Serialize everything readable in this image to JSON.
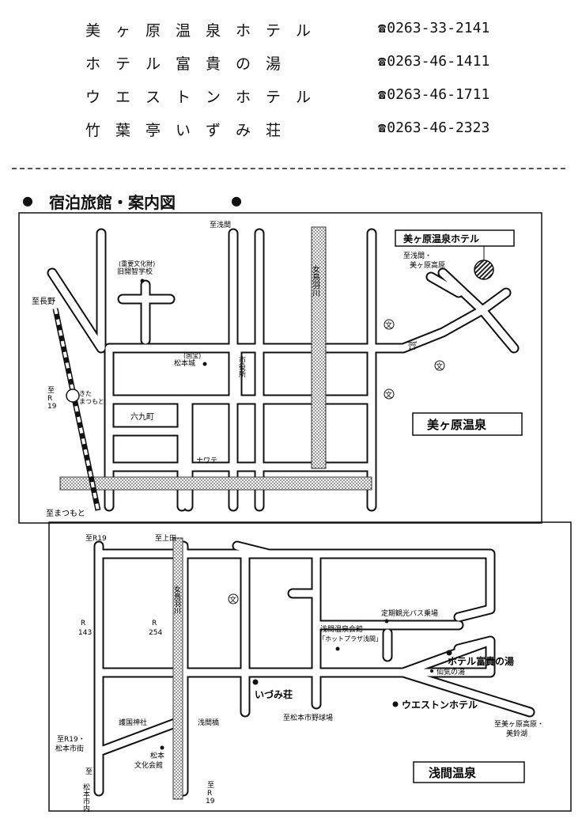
{
  "hotels": [
    {
      "name": "美ヶ原温泉ホテル",
      "phone": "0263-33-2141"
    },
    {
      "name": "ホテル富貴の湯",
      "phone": "0263-46-1411"
    },
    {
      "name": "ウエストンホテル",
      "phone": "0263-46-1711"
    },
    {
      "name": "竹葉亭いずみ荘",
      "phone": "0263-46-2323"
    }
  ],
  "icons": {
    "phone": "phone-icon",
    "bullet": "●"
  },
  "section_title": "宿泊旅館・案内図",
  "map1": {
    "to_asama": "至浅間",
    "to_nagano": "至長野",
    "to_r19": "至",
    "r19": "R",
    "r19_num": "19",
    "to_matsumoto": "至まつもと",
    "kaichi_note": "(重要文化財)",
    "kaichi": "旧開智学校",
    "castle_note": "(国宝)",
    "castle": "松本城",
    "city_hall": "市役所",
    "rokukucho": "六九町",
    "nawate": "ナワテ",
    "river": "女鳥羽川",
    "kita_matsumoto_a": "きた",
    "kita_matsumoto_b": "まつもと",
    "hotel_label": "美ヶ原温泉ホテル",
    "to_utsukushi_a": "至浅間・",
    "to_utsukushi_b": "美ヶ原高原",
    "onsen_label": "美ヶ原温泉",
    "school_symbol": "文",
    "shrine_symbol": "⛩"
  },
  "map2": {
    "to_r19": "至R19",
    "to_ueda": "至上田",
    "river": "女鳥羽川",
    "r143": "R",
    "r143_num": "143",
    "r254": "R",
    "r254_num": "254",
    "kaikan": "浅間温泉会館",
    "hotplaza": "「ホットプラザ浅間」",
    "bus": "定期観光バス乗場",
    "fukinoyu": "ホテル富貴の湯",
    "senkinoyu": "仙気の湯",
    "izumiso": "いづみ荘",
    "weston": "ウエストンホテル",
    "stadium": "至松本市野球場",
    "gokoku": "護国神社",
    "asamabashi": "浅間橋",
    "to_r19_city_a": "至R19・",
    "to_r19_city_b": "松本市街",
    "bunka_a": "松本",
    "bunka_b": "文化会館",
    "to_city_a": "至",
    "to_city_b": "松本市内",
    "to_r19b_a": "至",
    "to_r19b_b": "R",
    "to_r19b_c": "19",
    "to_utsukushi_a": "至美ヶ原高原・",
    "to_utsukushi_b": "美鈴湖",
    "onsen_label": "浅間温泉",
    "school_symbol": "文"
  }
}
